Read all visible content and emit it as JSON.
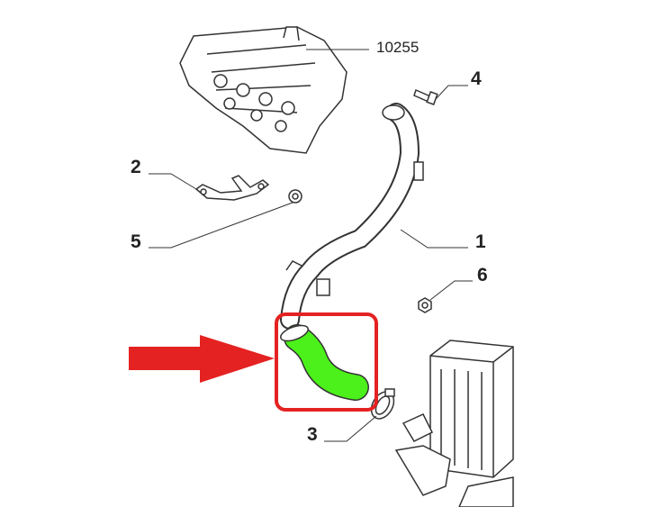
{
  "diagram": {
    "labels": {
      "manifold": "10255",
      "bolt": "4",
      "bracket": "2",
      "nut_small": "5",
      "pipe": "1",
      "nut": "6",
      "clamp": "3"
    },
    "colors": {
      "highlight": "#e52222",
      "hose": "#4cf01a",
      "line": "#222222"
    }
  }
}
